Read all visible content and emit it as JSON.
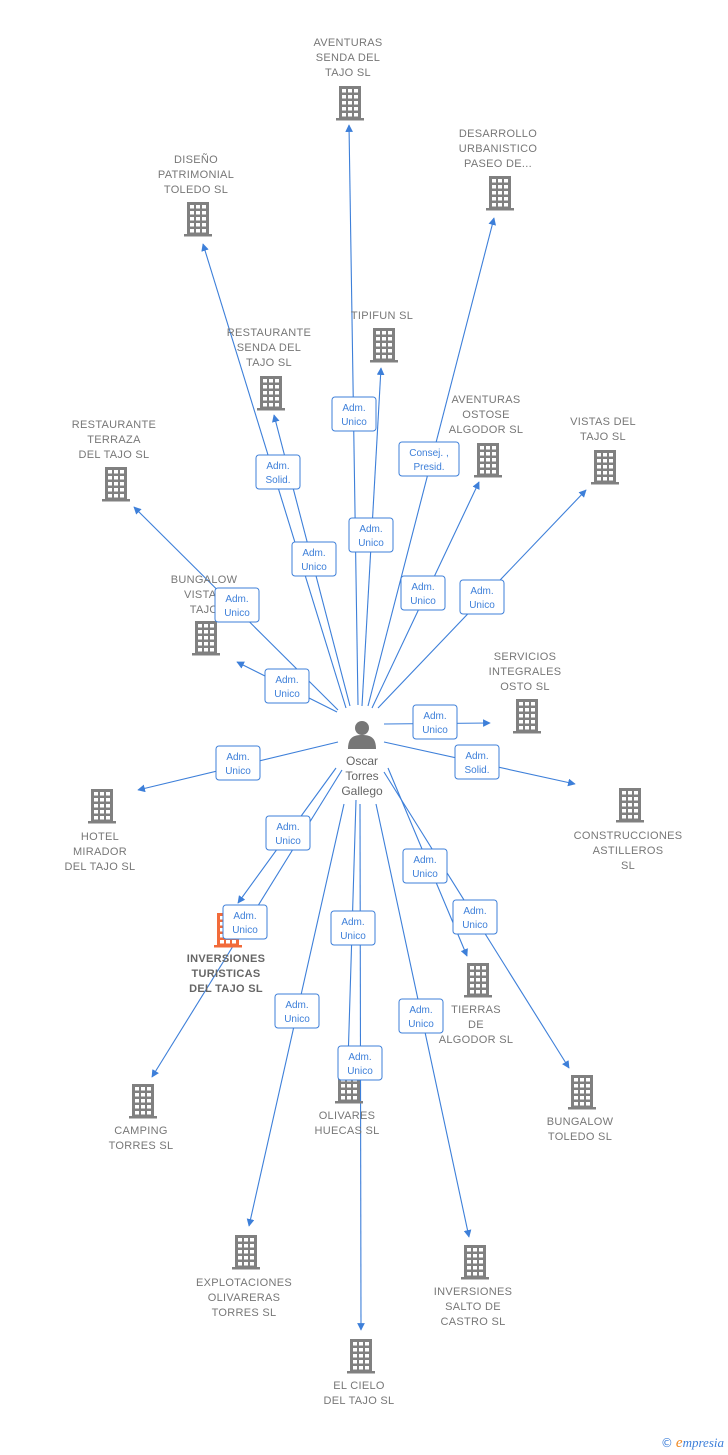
{
  "colors": {
    "edge": "#3d7fd9",
    "building": "#808080",
    "building_highlight": "#f26b3a",
    "person": "#777777"
  },
  "center": {
    "icon": "person-icon",
    "label_lines": [
      "Oscar",
      "Torres",
      "Gallego"
    ]
  },
  "companies": [
    {
      "id": "aventuras-senda",
      "label_lines": [
        "AVENTURAS",
        "SENDA DEL",
        "TAJO  SL"
      ]
    },
    {
      "id": "desarrollo",
      "label_lines": [
        "DESARROLLO",
        "URBANISTICO",
        "PASEO DE..."
      ]
    },
    {
      "id": "diseno",
      "label_lines": [
        "DISEÑO",
        "PATRIMONIAL",
        "TOLEDO SL"
      ]
    },
    {
      "id": "tipifun",
      "label_lines": [
        "TIPIFUN  SL"
      ]
    },
    {
      "id": "restaurante-senda",
      "label_lines": [
        "RESTAURANTE",
        "SENDA DEL",
        "TAJO  SL"
      ]
    },
    {
      "id": "aventuras-ostose",
      "label_lines": [
        "AVENTURAS",
        "OSTOSE",
        "ALGODOR  SL"
      ]
    },
    {
      "id": "restaurante-terraza",
      "label_lines": [
        "RESTAURANTE",
        "TERRAZA",
        "DEL TAJO  SL"
      ]
    },
    {
      "id": "vistas-tajo",
      "label_lines": [
        "VISTAS DEL",
        "TAJO  SL"
      ]
    },
    {
      "id": "bungalow-vistas",
      "label_lines": [
        "BUNGALOW",
        "VISTAS",
        "TAJO"
      ]
    },
    {
      "id": "servicios",
      "label_lines": [
        "SERVICIOS",
        "INTEGRALES",
        "OSTO  SL"
      ]
    },
    {
      "id": "hotel",
      "label_lines": [
        "HOTEL",
        "MIRADOR",
        "DEL TAJO  SL"
      ]
    },
    {
      "id": "construcciones",
      "label_lines": [
        "CONSTRUCCIONES",
        "ASTILLEROS",
        "SL"
      ]
    },
    {
      "id": "inversiones-turisticas",
      "label_lines": [
        "INVERSIONES",
        "TURISTICAS",
        "DEL TAJO  SL"
      ],
      "highlight": true
    },
    {
      "id": "tierras",
      "label_lines": [
        "TIERRAS",
        "DE",
        "ALGODOR  SL"
      ]
    },
    {
      "id": "camping",
      "label_lines": [
        "CAMPING",
        "TORRES  SL"
      ]
    },
    {
      "id": "olivares",
      "label_lines": [
        "OLIVARES",
        "HUECAS  SL"
      ]
    },
    {
      "id": "bungalow-toledo",
      "label_lines": [
        "BUNGALOW",
        "TOLEDO  SL"
      ]
    },
    {
      "id": "explotaciones",
      "label_lines": [
        "EXPLOTACIONES",
        "OLIVARERAS",
        "TORRES  SL"
      ]
    },
    {
      "id": "inversiones-salto",
      "label_lines": [
        "INVERSIONES",
        "SALTO DE",
        "CASTRO  SL"
      ]
    },
    {
      "id": "el-cielo",
      "label_lines": [
        "EL CIELO",
        "DEL TAJO  SL"
      ]
    }
  ],
  "relations": [
    {
      "target": "aventuras-senda",
      "role_lines": [
        "Adm.",
        "Unico"
      ]
    },
    {
      "target": "desarrollo",
      "role_lines": [
        "Consej. ,",
        "Presid."
      ]
    },
    {
      "target": "diseno",
      "role_lines": [
        "Adm.",
        "Solid."
      ]
    },
    {
      "target": "tipifun",
      "role_lines": [
        "Adm.",
        "Unico"
      ]
    },
    {
      "target": "restaurante-senda",
      "role_lines": [
        "Adm.",
        "Unico"
      ]
    },
    {
      "target": "aventuras-ostose",
      "role_lines": [
        "Adm.",
        "Unico"
      ]
    },
    {
      "target": "restaurante-terraza",
      "role_lines": [
        "Adm.",
        "Unico"
      ]
    },
    {
      "target": "vistas-tajo",
      "role_lines": [
        "Adm.",
        "Unico"
      ]
    },
    {
      "target": "bungalow-vistas",
      "role_lines": [
        "Adm.",
        "Unico"
      ]
    },
    {
      "target": "servicios",
      "role_lines": [
        "Adm.",
        "Unico"
      ]
    },
    {
      "target": "hotel",
      "role_lines": [
        "Adm.",
        "Unico"
      ]
    },
    {
      "target": "construcciones",
      "role_lines": [
        "Adm.",
        "Solid."
      ]
    },
    {
      "target": "inversiones-turisticas",
      "role_lines": [
        "Adm.",
        "Unico"
      ]
    },
    {
      "target": "camping",
      "role_lines": [
        "Adm.",
        "Unico"
      ]
    },
    {
      "target": "tierras",
      "role_lines": [
        "Adm.",
        "Unico"
      ]
    },
    {
      "target": "bungalow-toledo",
      "role_lines": [
        "Adm.",
        "Unico"
      ]
    },
    {
      "target": "olivares",
      "role_lines": [
        "Adm.",
        "Unico"
      ]
    },
    {
      "target": "el-cielo",
      "role_lines": [
        "Adm.",
        "Unico"
      ]
    },
    {
      "target": "explotaciones",
      "role_lines": [
        "Adm.",
        "Unico"
      ]
    },
    {
      "target": "inversiones-salto",
      "role_lines": [
        "Adm.",
        "Unico"
      ]
    }
  ],
  "footer": {
    "copyright": "©",
    "brand_first": "e",
    "brand_rest": "mpresia"
  }
}
